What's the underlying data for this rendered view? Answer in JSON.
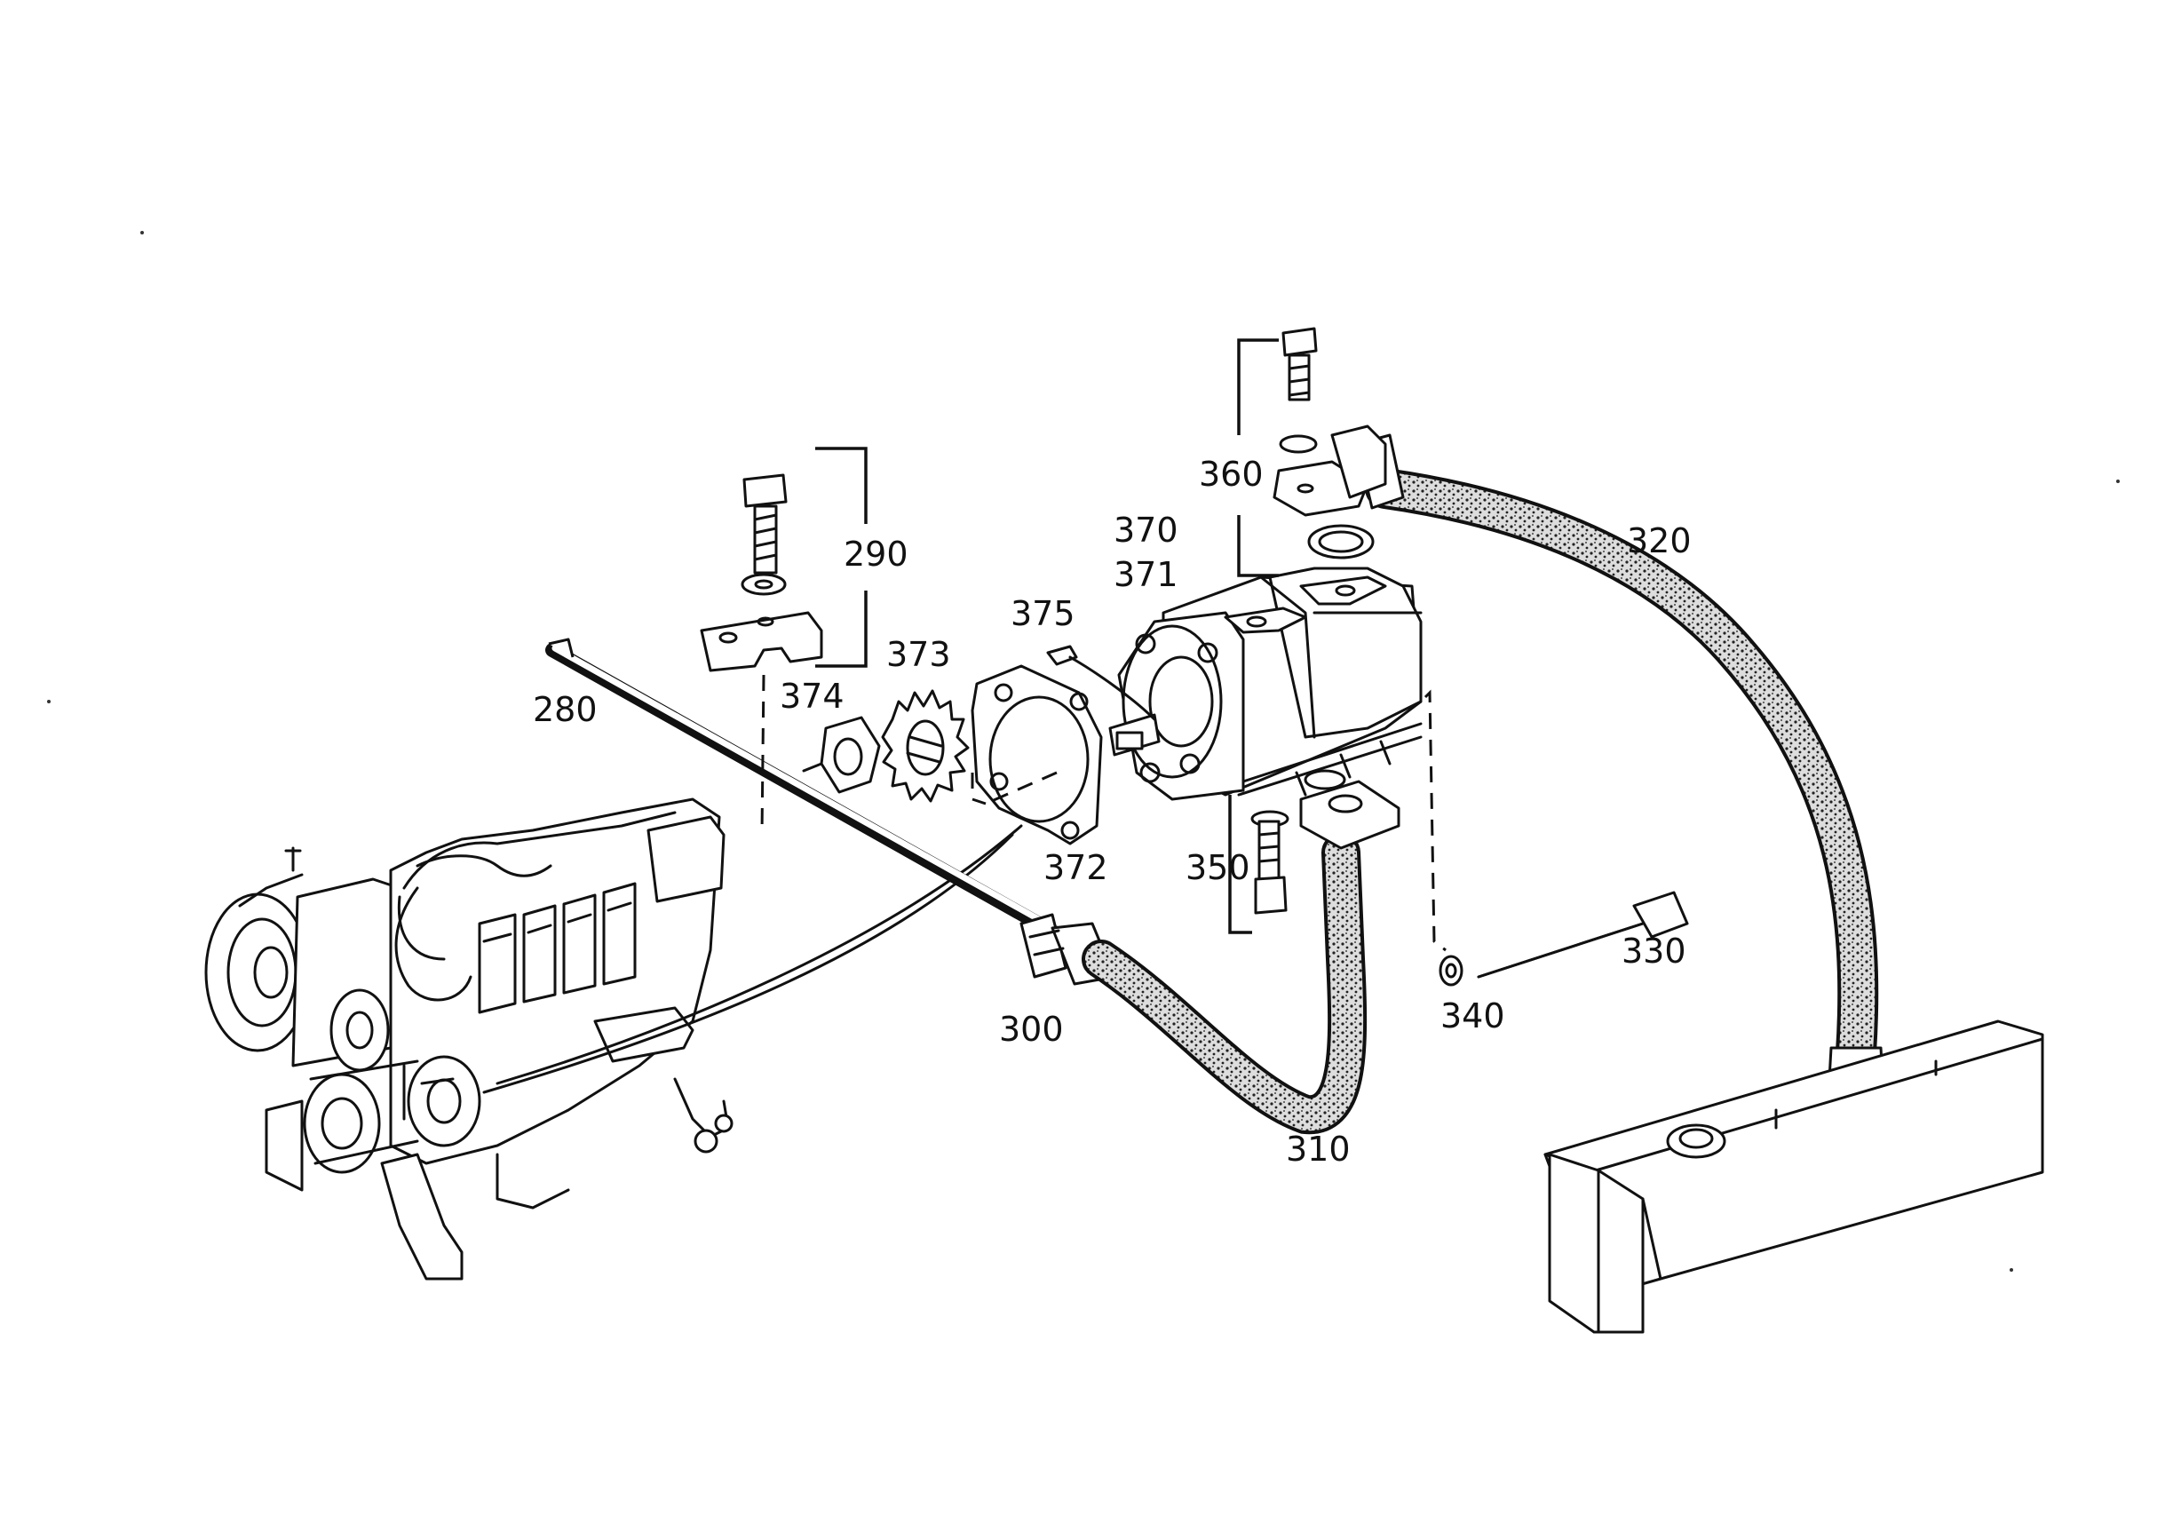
{
  "callouts": {
    "p280": "280",
    "p290": "290",
    "p300": "300",
    "p310": "310",
    "p320": "320",
    "p330": "330",
    "p340": "340",
    "p350": "350",
    "p360": "360",
    "p370": "370",
    "p371": "371",
    "p372": "372",
    "p373": "373",
    "p374": "374",
    "p375": "375"
  },
  "colors": {
    "ink": "#111111",
    "paper": "#ffffff",
    "hose_texture": "#555555"
  },
  "icons": [
    "engine",
    "hydraulic-pump",
    "gear",
    "hex-nut",
    "gasket",
    "bolt",
    "washer",
    "clamp",
    "hose",
    "pipe",
    "tank"
  ]
}
